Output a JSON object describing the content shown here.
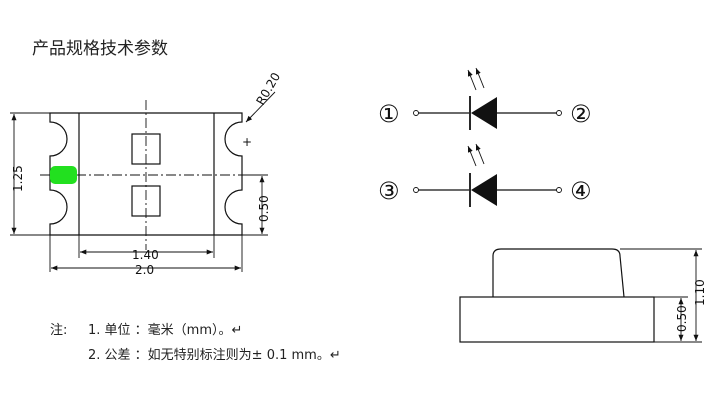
{
  "title": "产品规格技术参数",
  "dimensions": {
    "radius": "R0.20",
    "height_top": "1.25",
    "width_inner": "1.40",
    "width_total": "2.0",
    "pad_height": "0.50",
    "side_total_height": "1.10",
    "side_base_height": "0.50"
  },
  "symbols": {
    "plus": "+"
  },
  "pins": {
    "p1": "①",
    "p2": "②",
    "p3": "③",
    "p4": "④"
  },
  "notes": {
    "label": "注:",
    "line1": "1. 单位 ：毫米（mm）。↵",
    "line2": "2. 公差 ：如无特别标注则为± 0.1 mm。↵"
  },
  "colors": {
    "led_indicator": "#22e01f"
  }
}
